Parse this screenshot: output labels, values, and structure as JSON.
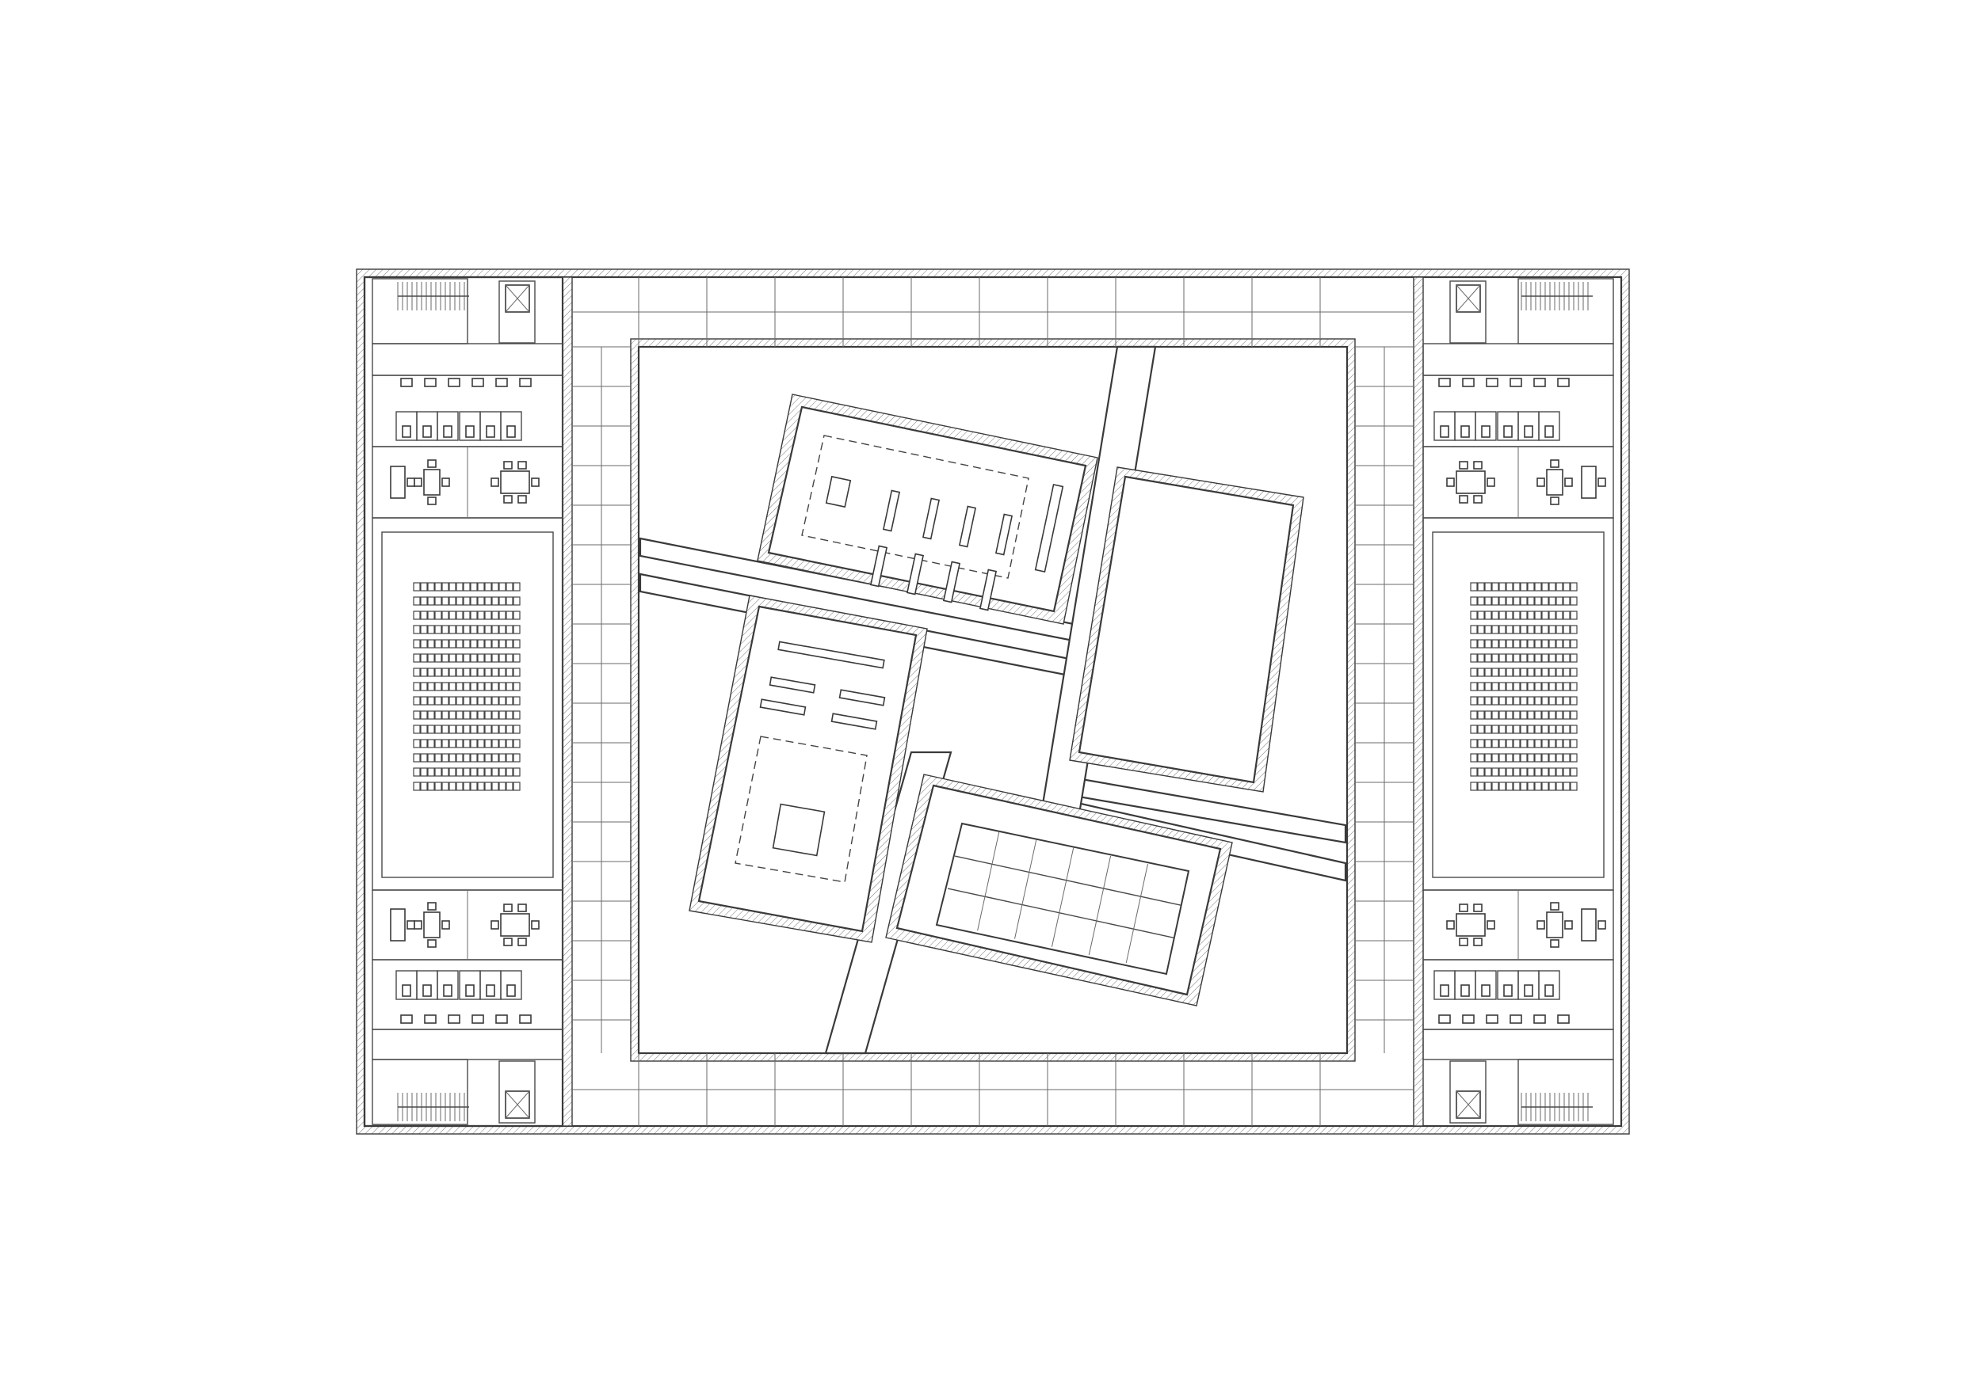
{
  "drawing": {
    "kind": "architectural-floor-plan",
    "line_color": "#3a3a3a",
    "background": "#ffffff"
  },
  "auditorium": {
    "seat_rows": 15,
    "seats_per_row": 15
  }
}
